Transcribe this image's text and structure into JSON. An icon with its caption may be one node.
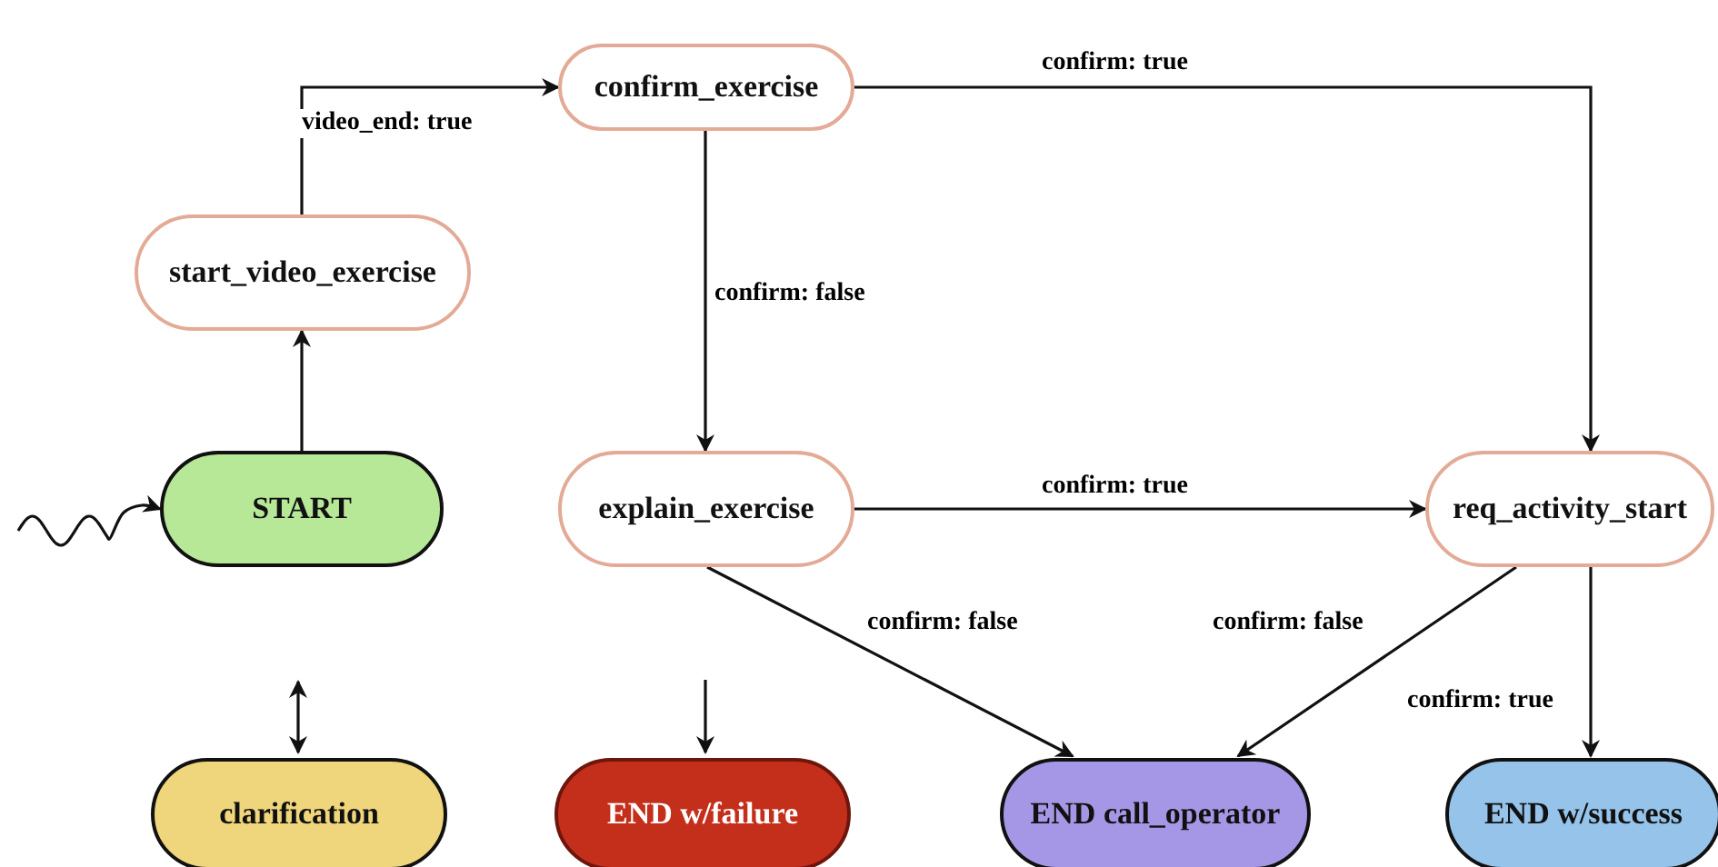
{
  "diagram": {
    "nodes": [
      {
        "text": [
          "confirm_exercise"
        ]
      },
      {
        "text": [
          "start_video_exercise"
        ]
      },
      {
        "text": [
          "START"
        ]
      },
      {
        "text": [
          "explain_exercise"
        ]
      },
      {
        "text": [
          "req_activity_start"
        ]
      },
      {
        "text": [
          "clarification"
        ]
      },
      {
        "text": [
          "END w/failure"
        ]
      },
      {
        "text": [
          "END call_operator"
        ]
      },
      {
        "text": [
          "END w/success"
        ]
      }
    ],
    "edges": [
      {
        "from": null,
        "to": 2,
        "arrow": "to"
      },
      {
        "from": 2,
        "to": 1,
        "arrow": "to"
      },
      {
        "from": 1,
        "to": 0,
        "label": "video_end: true",
        "arrow": "to"
      },
      {
        "from": 0,
        "to": 4,
        "label": "confirm: true",
        "arrow": "to"
      },
      {
        "from": 0,
        "to": 3,
        "label": "confirm: false",
        "arrow": "to"
      },
      {
        "from": 3,
        "to": 4,
        "label": "confirm: true",
        "arrow": "to"
      },
      {
        "from": 3,
        "to": 7,
        "label": "confirm: false",
        "arrow": "to"
      },
      {
        "from": 4,
        "to": 7,
        "label": "confirm: false",
        "arrow": "to"
      },
      {
        "from": 4,
        "to": 8,
        "label": "confirm: true",
        "arrow": "to"
      },
      {
        "from": null,
        "to": 5,
        "arrow": "both"
      },
      {
        "from": null,
        "to": 6,
        "arrow": "to"
      }
    ]
  }
}
